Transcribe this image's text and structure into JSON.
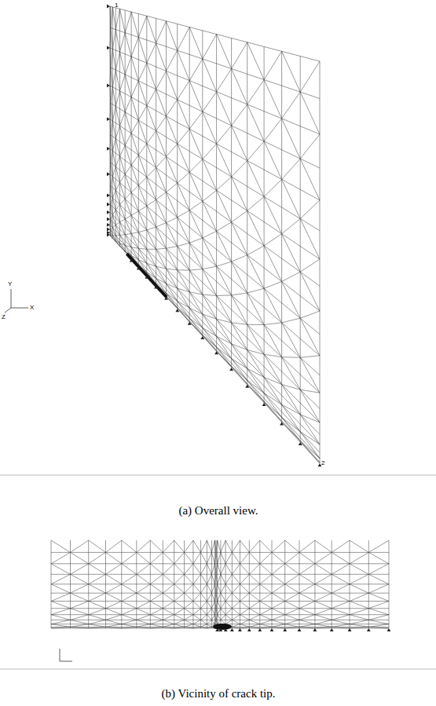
{
  "diagram": {
    "labels": [
      "1",
      "2",
      "Y",
      "Z",
      "X",
      "(a) Overall view.",
      "(b) Vicinity of crack tip."
    ]
  }
}
